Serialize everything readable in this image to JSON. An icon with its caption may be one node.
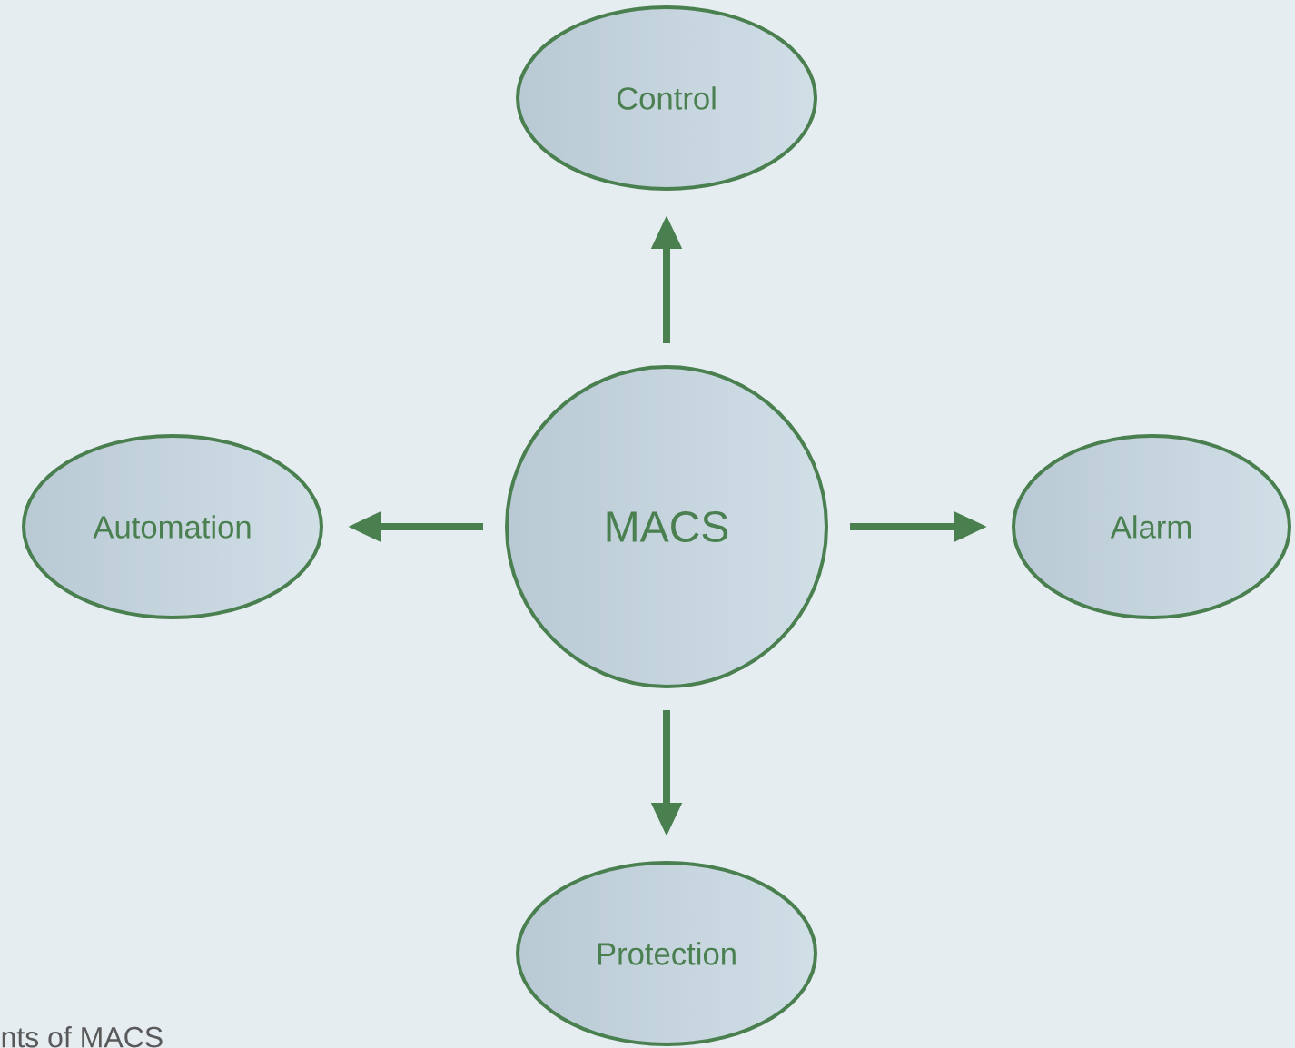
{
  "diagram": {
    "caption": "nts of MACS",
    "nodes": [
      {
        "text": [
          "Control"
        ]
      },
      {
        "text": [
          "Automation"
        ]
      },
      {
        "text": [
          "MACS"
        ]
      },
      {
        "text": [
          "Alarm"
        ]
      },
      {
        "text": [
          "Protection"
        ]
      }
    ],
    "edges": [
      {
        "from": 2,
        "to": 0,
        "arrow": "to"
      },
      {
        "from": 2,
        "to": 1,
        "arrow": "to"
      },
      {
        "from": 2,
        "to": 3,
        "arrow": "to"
      },
      {
        "from": 2,
        "to": 4,
        "arrow": "to"
      }
    ]
  }
}
